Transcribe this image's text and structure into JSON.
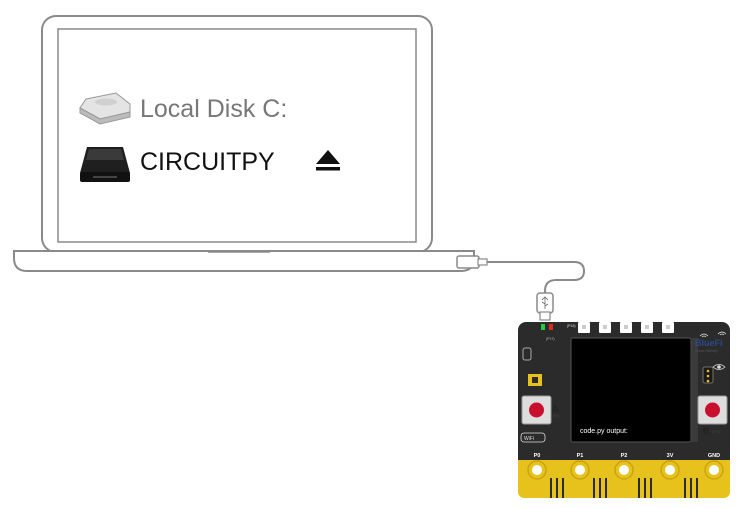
{
  "laptop": {
    "screen": {
      "disks": [
        {
          "label": "Local Disk C:",
          "icon": "hard-disk-icon"
        },
        {
          "label": "CIRCUITPY",
          "icon": "drive-icon",
          "action_icon": "eject-icon"
        }
      ]
    }
  },
  "board": {
    "brand": "BlueFi",
    "subtitle": "(from HiiBot)",
    "screen_text": "code.py output:",
    "button_a": {
      "label": "A",
      "pin": "(P5)"
    },
    "button_b": {
      "label": "B",
      "pin": "(P11)"
    },
    "top_pin": "(P18)",
    "side_pin": "(P17)",
    "wifi_label": "WiFi",
    "pins": [
      "P0",
      "P1",
      "P2",
      "3V",
      "GND"
    ]
  },
  "colors": {
    "outline": "#8a8a8a",
    "board": "#2b2b2b",
    "board_screen": "#000000",
    "edge_gold": "#e8c21c",
    "button_red": "#c8102e",
    "brand_blue": "#2a4a8a"
  }
}
